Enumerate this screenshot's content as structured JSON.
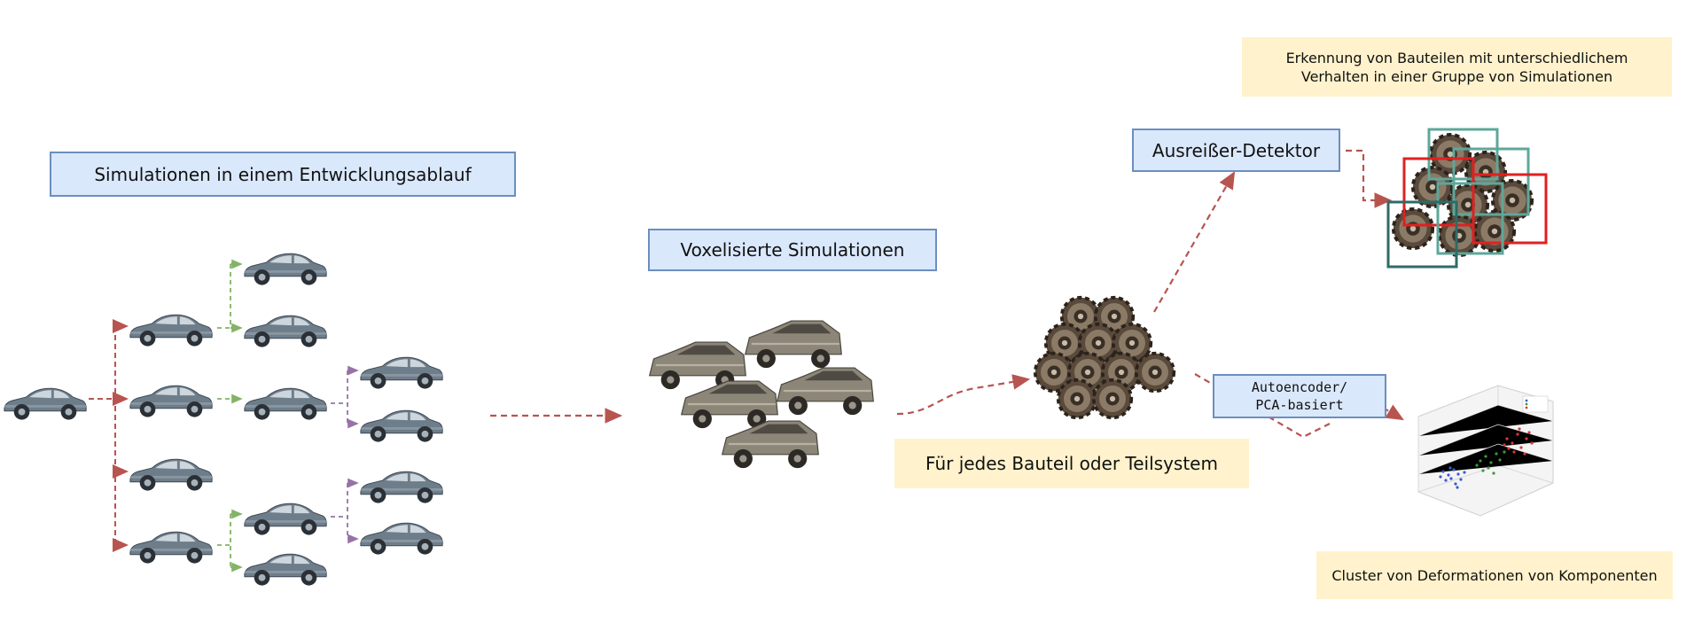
{
  "labels": {
    "simulations_in_workflow": "Simulationen in einem Entwicklungsablauf",
    "voxelized_simulations": "Voxelisierte Simulationen",
    "outlier_detector": "Ausreißer-Detektor",
    "autoencoder_line1": "Autoencoder/",
    "autoencoder_line2": "PCA-basiert",
    "per_component": "Für jedes Bauteil oder Teilsystem",
    "detection_note": "Erkennung von Bauteilen mit unterschiedlichem Verhalten in einer Gruppe von Simulationen",
    "cluster_note": "Cluster von Deformationen von Komponenten"
  },
  "icons": {
    "car": "car-icon",
    "gear_stack": "gear-stack-icon",
    "scatter": "scatter-plot-icon"
  },
  "colors": {
    "arrow_red": "#b85450",
    "branch_green": "#82b366",
    "branch_purple": "#9673a6",
    "box_blue_fill": "#dae8fc",
    "box_blue_stroke": "#6c8ebf",
    "note_fill": "#fff2cc",
    "detect_red": "#e02020",
    "detect_teal": "#5ea79a",
    "detect_dark": "#2e6b66"
  }
}
